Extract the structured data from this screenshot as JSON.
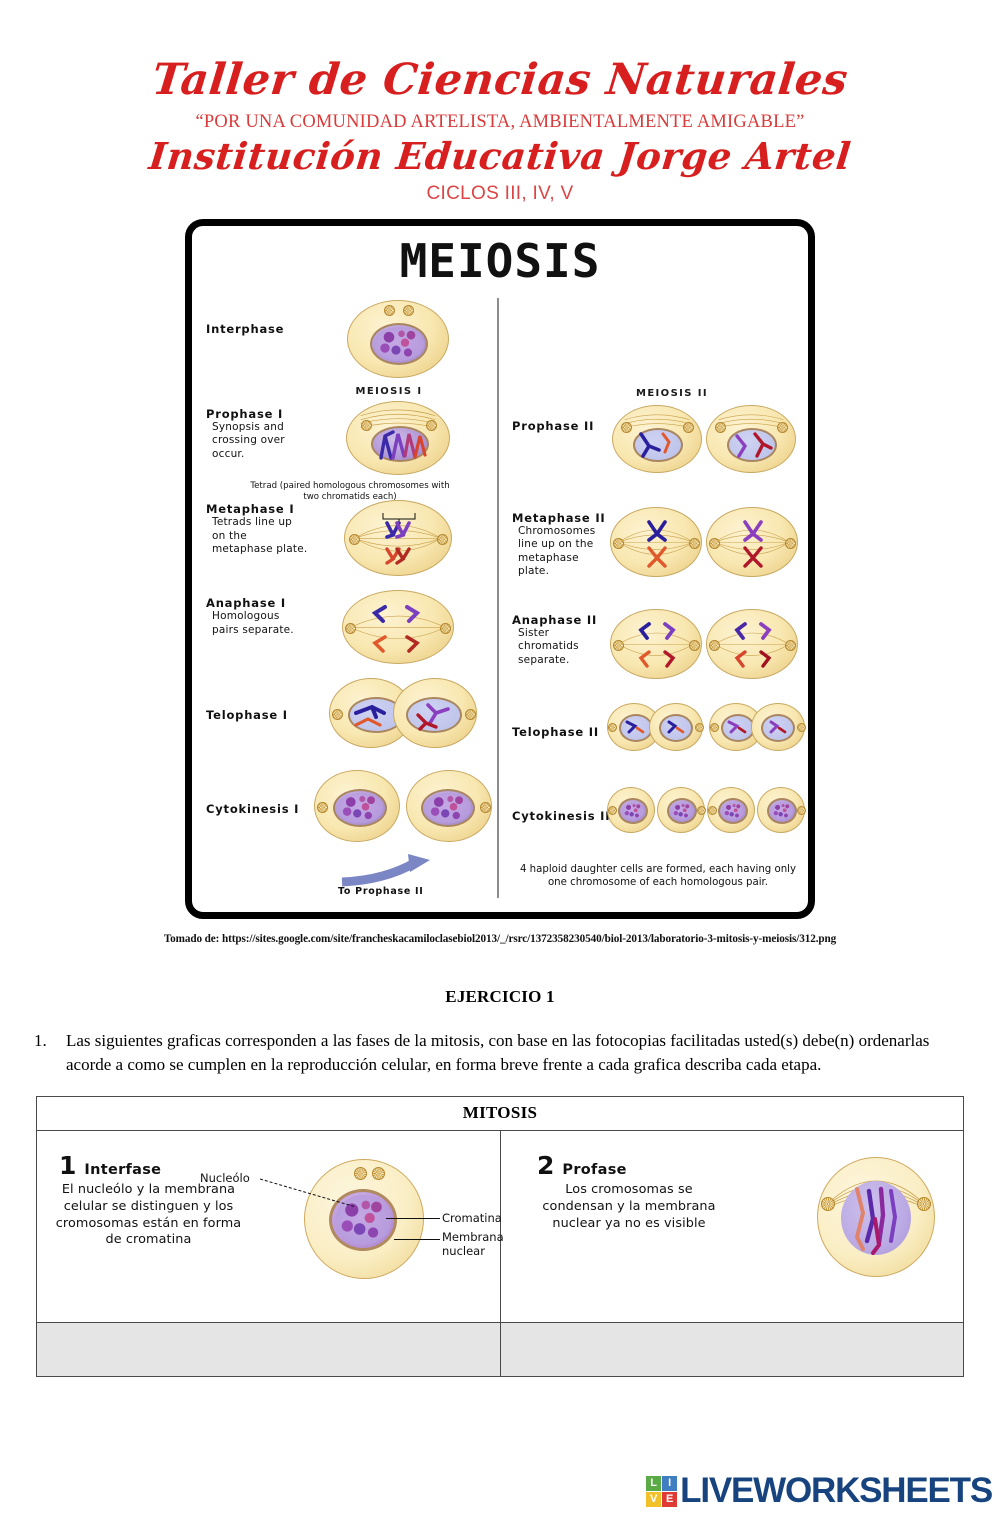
{
  "header": {
    "workshop_title": "Taller de Ciencias Naturales",
    "motto": "“POR UNA COMUNIDAD ARTELISTA, AMBIENTALMENTE AMIGABLE”",
    "school_name": "Institución Educativa Jorge Artel",
    "cycles": "CICLOS III, IV, V",
    "title_color": "#d81f1f"
  },
  "meiosis": {
    "title": "MEIOSIS",
    "column_headers": {
      "left": "MEIOSIS I",
      "right": "MEIOSIS II"
    },
    "interphase": {
      "name": "Interphase",
      "desc": ""
    },
    "left_stages": [
      {
        "name": "Prophase I",
        "desc": "Synopsis and crossing over occur."
      },
      {
        "name": "Metaphase I",
        "desc": "Tetrads line up on the metaphase plate."
      },
      {
        "name": "Anaphase I",
        "desc": "Homologous pairs separate."
      },
      {
        "name": "Telophase I",
        "desc": ""
      },
      {
        "name": "Cytokinesis I",
        "desc": ""
      }
    ],
    "right_stages": [
      {
        "name": "Prophase II",
        "desc": ""
      },
      {
        "name": "Metaphase II",
        "desc": "Chromosomes line up on the metaphase plate."
      },
      {
        "name": "Anaphase II",
        "desc": "Sister chromatids separate."
      },
      {
        "name": "Telophase II",
        "desc": ""
      },
      {
        "name": "Cytokinesis II",
        "desc": ""
      }
    ],
    "tetrad_note": "Tetrad (paired homologous chromosomes with two chromatids each)",
    "bottom_note": "4 haploid daughter cells are formed, each having only one chromosome of each homologous pair.",
    "to_prophase_label": "To Prophase II",
    "arrow_color": "#7b87c4"
  },
  "source_caption": "Tomado de: https://sites.google.com/site/francheskacamiloclasebiol2013/_/rsrc/1372358230540/biol-2013/laboratorio-3-mitosis-y-meiosis/312.png",
  "exercise": {
    "title": "EJERCICIO 1",
    "number": "1.",
    "text": "Las siguientes graficas corresponden a las fases de la mitosis, con base en las fotocopias facilitadas usted(s) debe(n) ordenarlas  acorde a como se cumplen en la reproducción celular, en forma breve frente a cada grafica describa cada etapa."
  },
  "mitosis_table": {
    "header": "MITOSIS",
    "cells": [
      {
        "number": "1",
        "name": "Interfase",
        "desc": "El nucleólo y la membrana celular se distinguen y los cromosomas están en forma de cromatina",
        "figure_labels": {
          "nucleolo": "Nucleólo",
          "cromatina": "Cromatina",
          "membrana": "Membrana nuclear"
        }
      },
      {
        "number": "2",
        "name": "Profase",
        "desc": "Los cromosomas se condensan y la membrana nuclear ya no es visible",
        "figure_labels": {}
      }
    ],
    "answer_row_color": "#e5e5e5"
  },
  "footer_logo": {
    "tiles": [
      {
        "letter": "L",
        "color": "#5aab46"
      },
      {
        "letter": "I",
        "color": "#3f7fc1"
      },
      {
        "letter": "V",
        "color": "#f2c029"
      },
      {
        "letter": "E",
        "color": "#e03a34"
      }
    ],
    "word": "LIVEWORKSHEETS",
    "word_color": "#17447e"
  }
}
